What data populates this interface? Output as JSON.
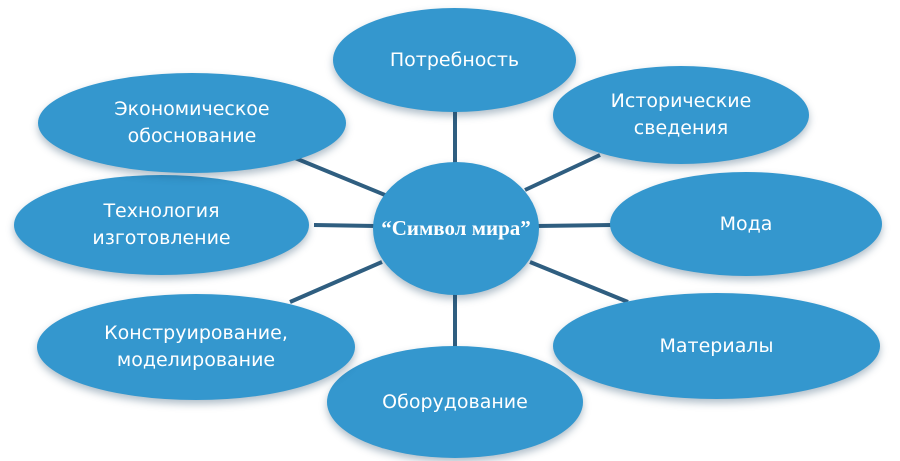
{
  "diagram": {
    "center": {
      "label": "“Символ мира”"
    },
    "nodes": [
      {
        "id": "need",
        "label": "Потребность"
      },
      {
        "id": "history",
        "label": "Исторические\nсведения"
      },
      {
        "id": "fashion",
        "label": "Мода"
      },
      {
        "id": "materials",
        "label": "Материалы"
      },
      {
        "id": "equipment",
        "label": "Оборудование"
      },
      {
        "id": "design",
        "label": "Конструирование,\nмоделирование"
      },
      {
        "id": "technology",
        "label": "Технология\nизготовление"
      },
      {
        "id": "economic",
        "label": "Экономическое\nобоснование"
      }
    ]
  },
  "colors": {
    "node_fill": "#3497ce",
    "connector": "#2f5e80",
    "text": "#ffffff"
  }
}
